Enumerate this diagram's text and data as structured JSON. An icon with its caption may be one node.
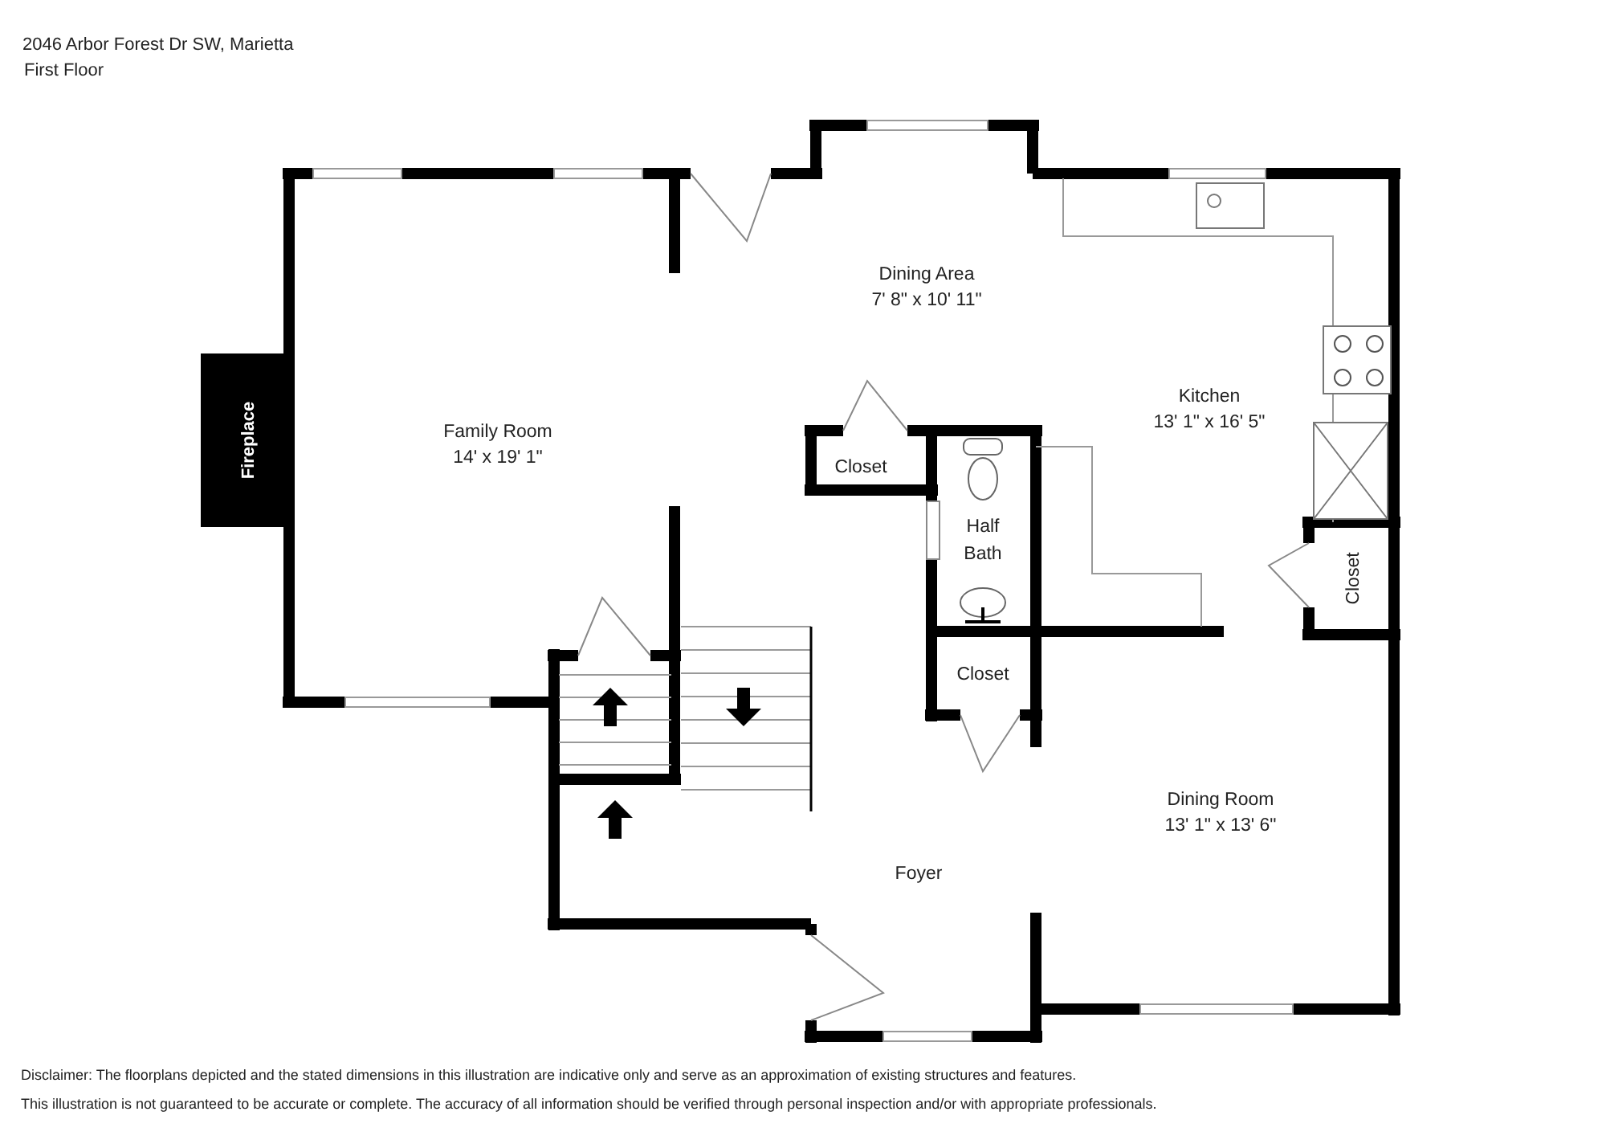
{
  "diagram": {
    "title": "2046 Arbor Forest Dr SW, Marietta",
    "labels": [
      "First Floor",
      "Dining Area",
      "7' 8\" x 10' 11\"",
      "Kitchen",
      "13' 1\" x 16' 5\"",
      "Family Room",
      "14' x 19' 1\"",
      "Fireplace",
      "Closet",
      "Half Bath",
      "Closet",
      "Closet",
      "Dining Room",
      "13' 1\" x 13' 6\"",
      "Foyer",
      "Disclaimer: The floorplans depicted and the stated dimensions in this illustration are indicative only and serve as an approximation of existing structures and features.",
      "This illustration is not guaranteed to be accurate or complete. The accuracy of all information should be verified through personal inspection and/or with appropriate professionals."
    ]
  }
}
